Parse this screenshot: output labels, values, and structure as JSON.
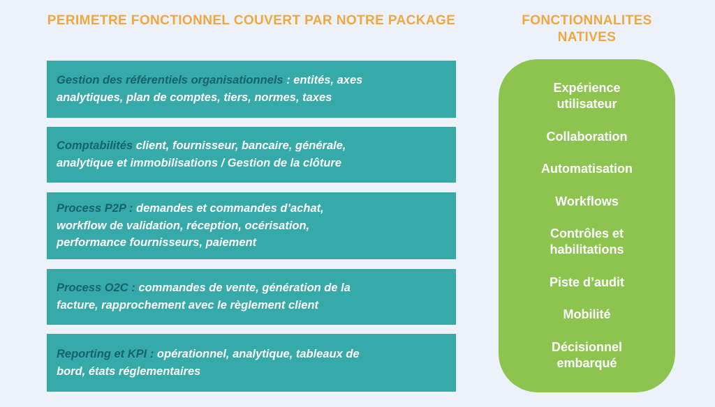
{
  "colors": {
    "background": "#edf2fa",
    "accent_orange": "#f0a73e",
    "teal": "#36a9a9",
    "teal_dark_text": "#17636b",
    "green": "#8cc44f",
    "white": "#ffffff"
  },
  "left_panel": {
    "title": "PERIMETRE FONCTIONNEL COUVERT PAR NOTRE PACKAGE",
    "boxes": [
      {
        "lead": "Gestion des référentiels organisationnels",
        "detail": " : entités, axes\nanalytiques, plan de comptes, tiers, normes, taxes"
      },
      {
        "lead": "Comptabilités",
        "detail": " client, fournisseur, bancaire, générale,\nanalytique et immobilisations / Gestion de la clôture"
      },
      {
        "lead": "Process P2P :",
        "detail": " demandes et commandes d’achat,\nworkflow de validation, réception, océrisation,\nperformance fournisseurs, paiement"
      },
      {
        "lead": "Process O2C :",
        "detail": " commandes de vente, génération de la\nfacture, rapprochement avec le règlement client"
      },
      {
        "lead": "Reporting et KPI :",
        "detail": " opérationnel, analytique, tableaux de\nbord, états réglementaires"
      }
    ]
  },
  "right_panel": {
    "title": "FONCTIONNALITES NATIVES",
    "items": [
      "Expérience\nutilisateur",
      "Collaboration",
      "Automatisation",
      "Workflows",
      "Contrôles et\nhabilitations",
      "Piste d’audit",
      "Mobilité",
      "Décisionnel\nembarqué"
    ]
  }
}
